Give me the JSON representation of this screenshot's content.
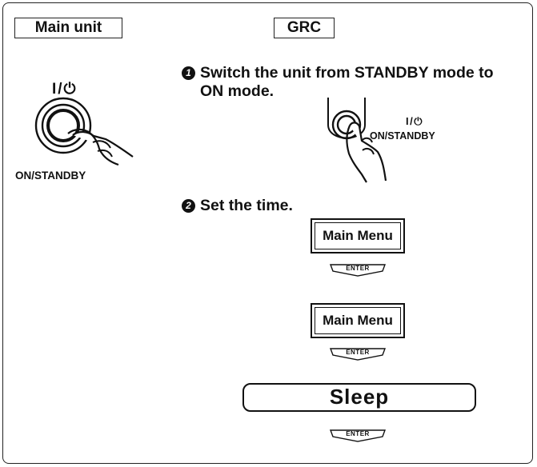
{
  "tabs": {
    "main_unit": "Main unit",
    "grc": "GRC"
  },
  "main_unit": {
    "power_symbol": "I/⏻",
    "button_label": "ON/STANDBY"
  },
  "steps": [
    {
      "number": "1",
      "text_line1": "Switch the unit from STANDBY mode to",
      "text_line2": "ON mode."
    },
    {
      "number": "2",
      "text": "Set the time."
    }
  ],
  "grc": {
    "power_symbol": "I/⏻",
    "button_label": "ON/STANDBY",
    "menu_button_1": "Main Menu",
    "menu_button_2": "Main Menu",
    "sleep_button": "Sleep",
    "enter_label": "ENTER"
  }
}
